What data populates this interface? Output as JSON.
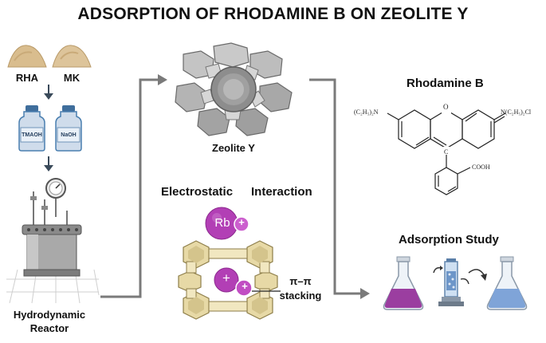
{
  "title": "ADSORPTION OF RHODAMINE B ON ZEOLITE Y",
  "precursors": {
    "left": "RHA",
    "right": "MK"
  },
  "reagents": {
    "left": "TMAOH",
    "right": "NaOH"
  },
  "reactor": {
    "line1": "Hydrodynamic",
    "line2": "Reactor"
  },
  "zeolite": {
    "label": "Zeolite Y"
  },
  "interaction": {
    "title_left": "Electrostatic",
    "title_right": "Interaction",
    "rb_label": "Rb",
    "charge_symbol": "+",
    "pi_line1": "π–π",
    "pi_line2": "stacking"
  },
  "rhodamine": {
    "title": "Rhodamine B",
    "left_group": "(C₂H₅)₂N",
    "right_group": "N(C₂H₅)₂Cl",
    "ring_o": "O",
    "center_c": "C",
    "acid_group": "COOH"
  },
  "study": {
    "title": "Adsorption Study"
  },
  "colors": {
    "arrow": "#7a7a7a",
    "powder": "#d9bd8e",
    "bottle_blue": "#4a7fb0",
    "rb_purple": "#b23fb5",
    "cage_tan": "#e7d9a6",
    "flask_purple": "#9b3ea0",
    "flask_blue": "#7fa4d8"
  }
}
